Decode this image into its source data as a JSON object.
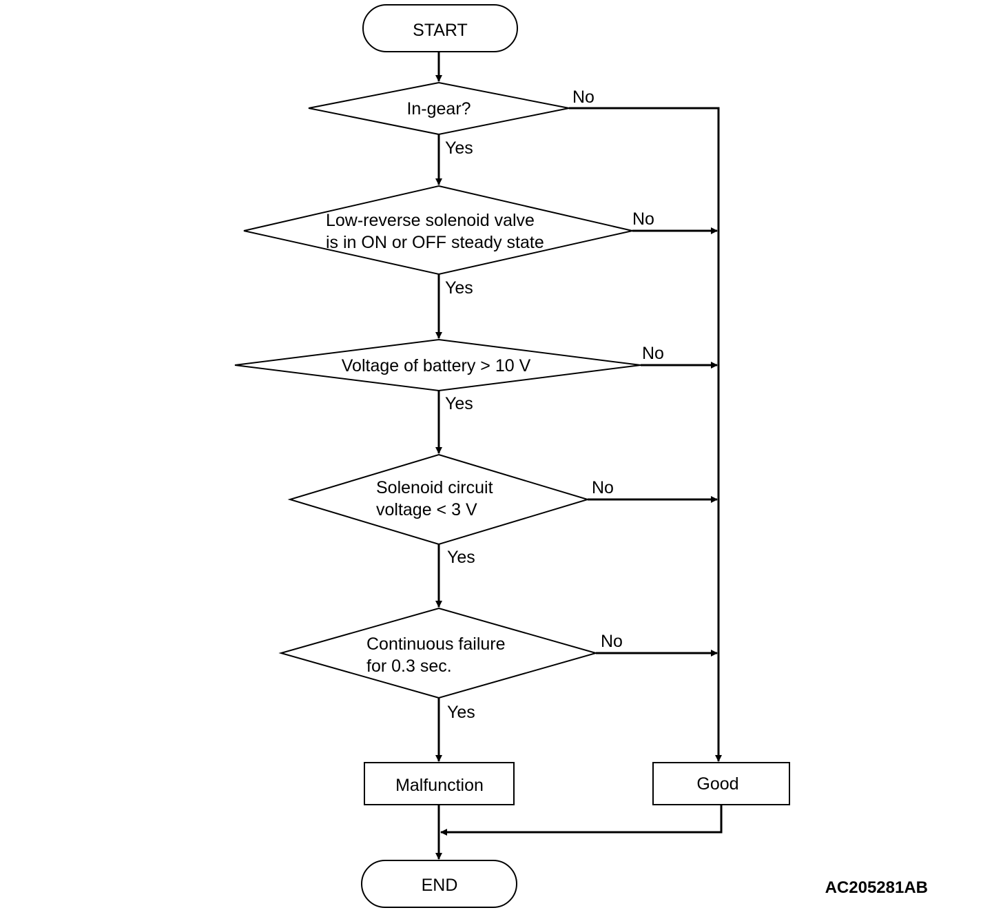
{
  "nodes": {
    "start": "START",
    "in_gear": "In-gear?",
    "solenoid_state": {
      "line1": "Low-reverse solenoid valve",
      "line2": "is in ON or OFF steady state"
    },
    "battery": "Voltage of battery > 10 V",
    "circuit": {
      "line1": "Solenoid circuit",
      "line2": "voltage < 3 V"
    },
    "continuous": {
      "line1": "Continuous failure",
      "line2": "for 0.3 sec."
    },
    "malfunction": "Malfunction",
    "good": "Good",
    "end": "END"
  },
  "edges": {
    "yes": "Yes",
    "no": "No"
  },
  "figure_code": "AC205281AB",
  "colors": {
    "stroke": "#000000",
    "background": "#ffffff"
  }
}
